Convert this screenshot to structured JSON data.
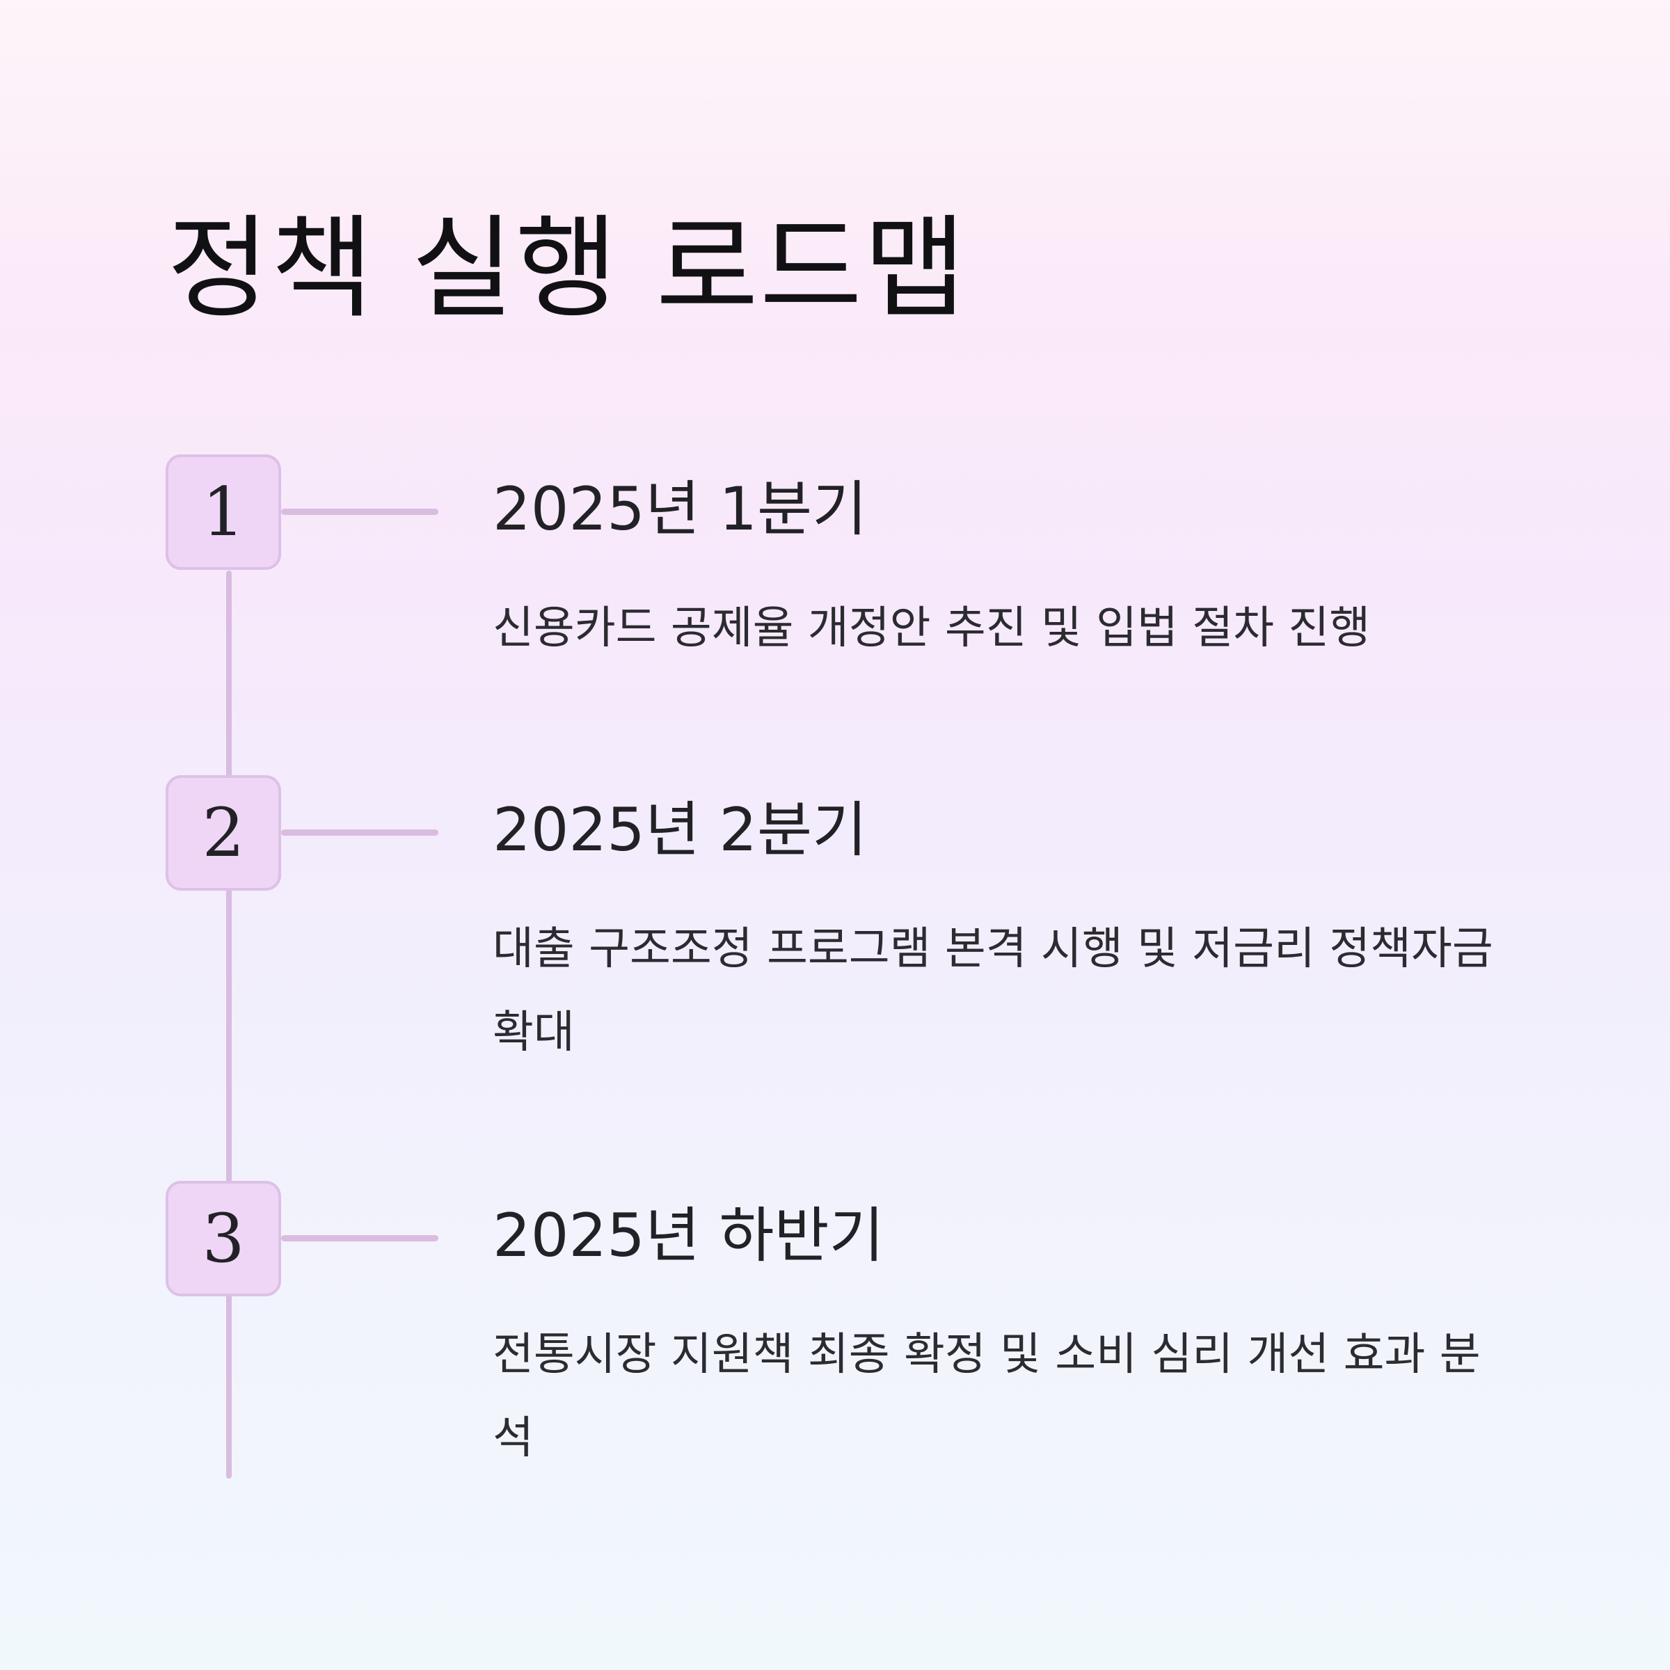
{
  "title": "정책 실행 로드맵",
  "colors": {
    "accent_line": "#d9bcdf",
    "badge_fill": "#efd6f6",
    "badge_border": "#dcc1e6",
    "text": "#222226"
  },
  "steps": [
    {
      "number": "1",
      "title": "2025년 1분기",
      "description": "신용카드 공제율 개정안 추진 및 입법 절차 진행"
    },
    {
      "number": "2",
      "title": "2025년 2분기",
      "description": "대출 구조조정 프로그램 본격 시행 및 저금리 정책자금 확대"
    },
    {
      "number": "3",
      "title": "2025년 하반기",
      "description": "전통시장 지원책 최종 확정 및 소비 심리 개선 효과 분석"
    }
  ]
}
